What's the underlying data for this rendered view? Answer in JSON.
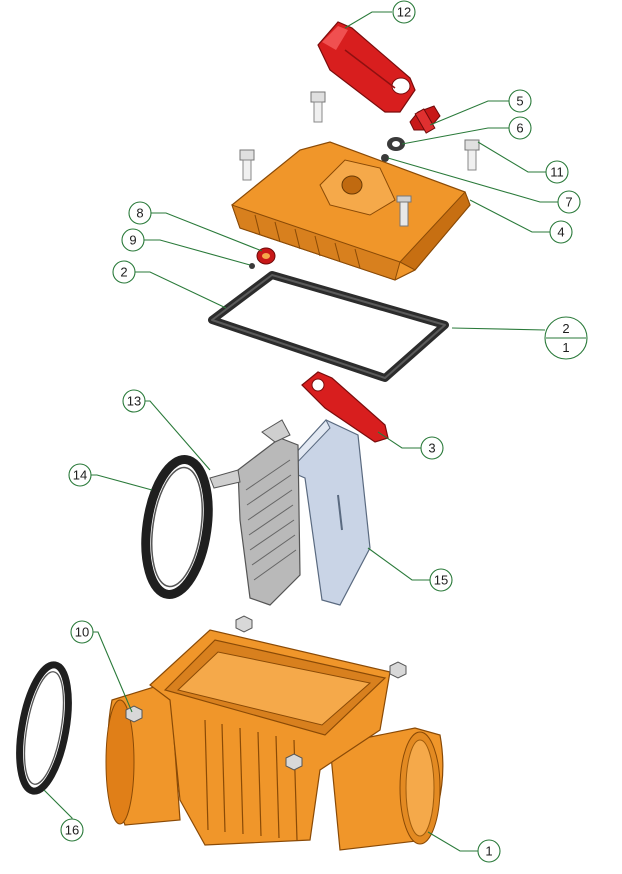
{
  "diagram": {
    "callouts": [
      {
        "id": "c12",
        "label": "12"
      },
      {
        "id": "c5",
        "label": "5"
      },
      {
        "id": "c6",
        "label": "6"
      },
      {
        "id": "c11",
        "label": "11"
      },
      {
        "id": "c7",
        "label": "7"
      },
      {
        "id": "c4",
        "label": "4"
      },
      {
        "id": "c8",
        "label": "8"
      },
      {
        "id": "c9",
        "label": "9"
      },
      {
        "id": "c2",
        "label": "2"
      },
      {
        "id": "c3",
        "label": "3"
      },
      {
        "id": "c13",
        "label": "13"
      },
      {
        "id": "c14",
        "label": "14"
      },
      {
        "id": "c15",
        "label": "15"
      },
      {
        "id": "c10",
        "label": "10"
      },
      {
        "id": "c16",
        "label": "16"
      },
      {
        "id": "c1",
        "label": "1"
      }
    ],
    "split_callout": {
      "top": "2",
      "bottom": "1"
    },
    "colors": {
      "housing": "#f0962a",
      "housing_dark": "#c76f12",
      "lever": "#d81e1e",
      "gasket": "#2c2c2c",
      "flap": "#b9b9b9",
      "plate": "#c9d4e6",
      "leader": "#2a7a3a"
    }
  }
}
